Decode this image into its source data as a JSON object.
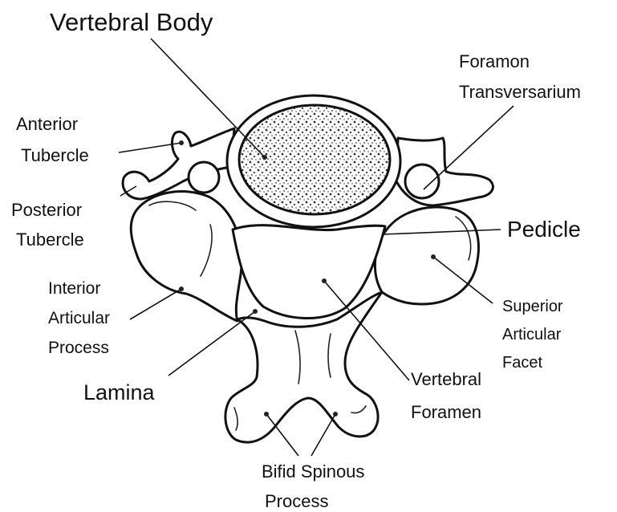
{
  "labels": {
    "vertebral_body": "Vertebral Body",
    "foramen_transversarium_1": "Foramon",
    "foramen_transversarium_2": "Transversarium",
    "anterior_tubercle_1": "Anterior",
    "anterior_tubercle_2": "Tubercle",
    "posterior_tubercle_1": "Posterior",
    "posterior_tubercle_2": "Tubercle",
    "pedicle": "Pedicle",
    "inferior_articular_1": "Interior",
    "inferior_articular_2": "Articular",
    "inferior_articular_3": "Process",
    "superior_articular_1": "Superior",
    "superior_articular_2": "Articular",
    "superior_articular_3": "Facet",
    "lamina": "Lamina",
    "vertebral_foramen_1": "Vertebral",
    "vertebral_foramen_2": "Foramen",
    "bifid_spinous_1": "Bifid Spinous",
    "bifid_spinous_2": "Process"
  },
  "colors": {
    "ink": "#111111",
    "background": "#ffffff"
  }
}
